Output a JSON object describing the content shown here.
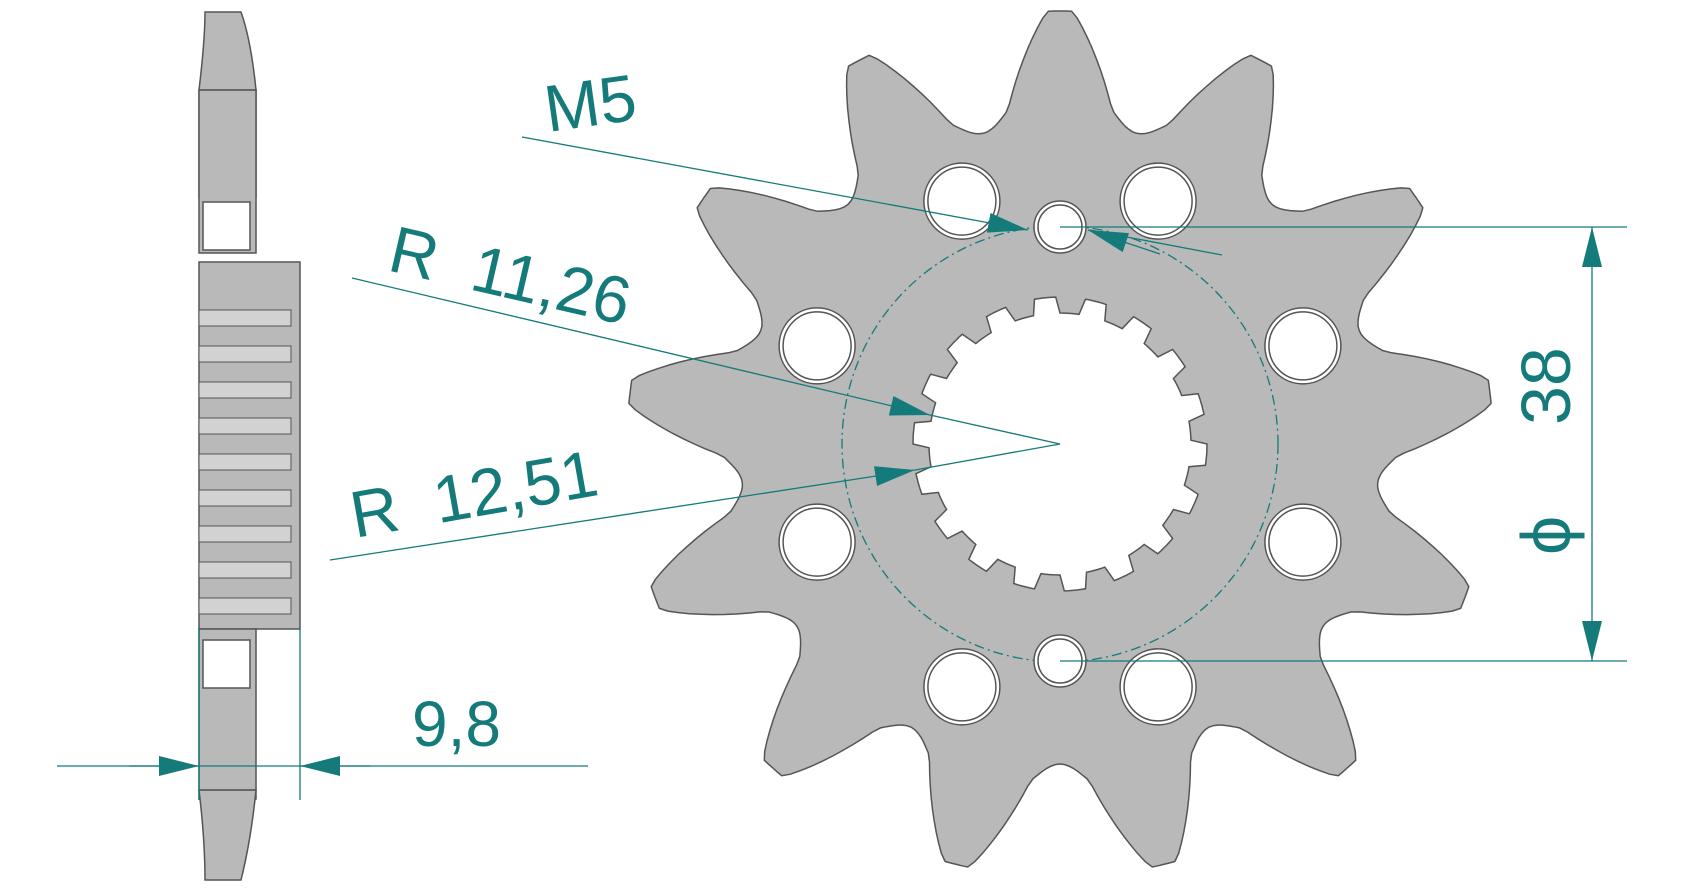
{
  "colors": {
    "part_fill": "#b9b9b9",
    "outline": "#555555",
    "dimension": "#157a7a",
    "background": "#ffffff"
  },
  "sprocket": {
    "teeth": 13,
    "mounting_holes": 8,
    "thread_holes": 2,
    "spline_teeth": 18
  },
  "labels": {
    "thread": "M5",
    "radius_inner": "R  11,26",
    "radius_outer": "R  12,51",
    "diameter_symbol": "ϕ",
    "diameter_value": "38",
    "thickness": "9,8"
  }
}
